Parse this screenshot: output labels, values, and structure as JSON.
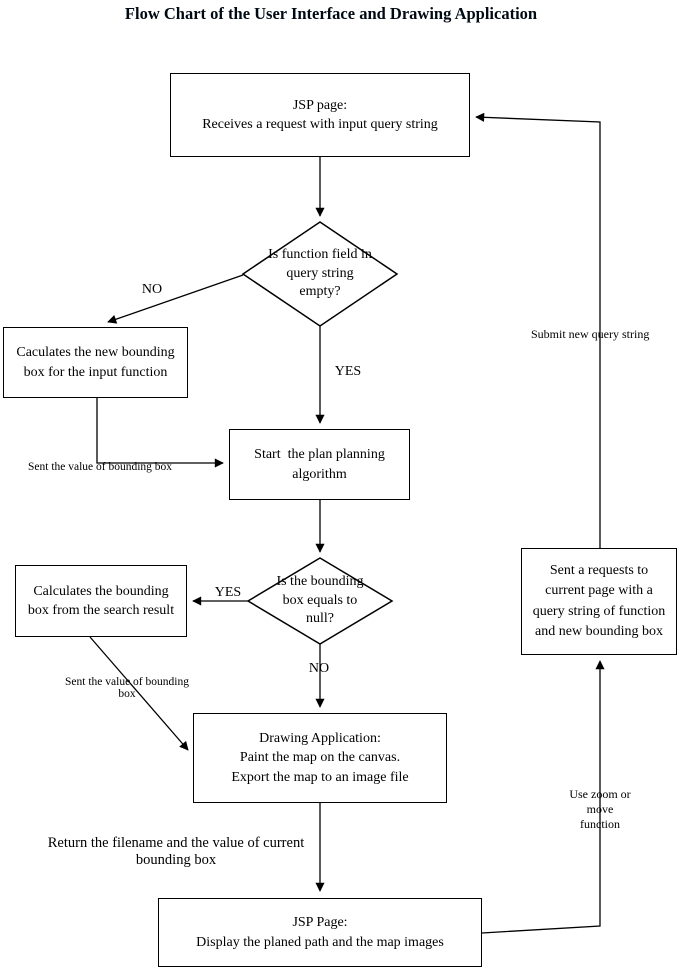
{
  "title": "Flow Chart of the User Interface and Drawing Application",
  "nodes": {
    "jsp_receive": {
      "text": "JSP page:\nReceives a request with input query string"
    },
    "decision_function_empty": {
      "text": "Is function field in\nquery string\nempty?"
    },
    "calc_new_bbox": {
      "text": "Caculates the new bounding\nbox for the input function"
    },
    "start_plan": {
      "text": "Start  the plan planning\nalgorithm"
    },
    "decision_bbox_null": {
      "text": "Is the bounding\nbox equals to\nnull?"
    },
    "calc_bbox_search": {
      "text": "Calculates the bounding\nbox from the search result"
    },
    "drawing_app": {
      "text": "Drawing Application:\nPaint the map on the canvas.\nExport the map to an image file"
    },
    "jsp_display": {
      "text": "JSP Page:\nDisplay the planed path and the map images"
    },
    "sent_request": {
      "text": "Sent a requests to\ncurrent page with a\nquery string of function\nand new bounding box"
    }
  },
  "labels": {
    "no_1": "NO",
    "yes_1": "YES",
    "sent_value_1": "Sent the value of bounding box",
    "yes_2": "YES",
    "no_2": "NO",
    "sent_value_2": "Sent the value of bounding\nbox",
    "return_filename": "Return the filename and the value of current\nbounding box",
    "submit_query": "Submit new query string",
    "use_zoom": "Use zoom or move\nfunction"
  },
  "colors": {
    "line": "#000000",
    "box_border": "#000000",
    "background": "#ffffff",
    "text": "#000000"
  }
}
